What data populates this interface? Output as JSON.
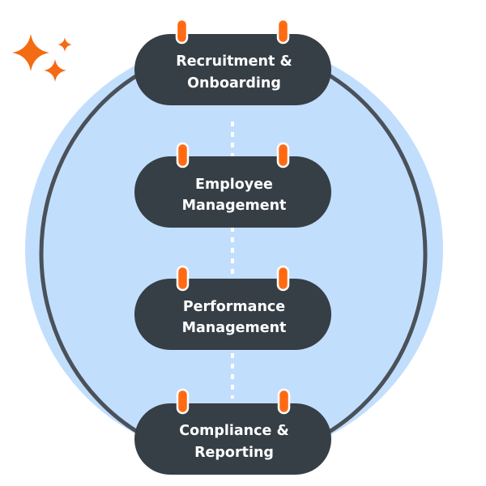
{
  "colors": {
    "background": "#ffffff",
    "circle_fill": "#c2defd",
    "ring_stroke": "#4a5159",
    "pill_fill": "#363e46",
    "tab_fill": "#ff6a13",
    "tab_outline": "#ffffff",
    "connector": "#ffffff",
    "sparkle": "#f36b13",
    "label_text": "#ffffff"
  },
  "decoration": {
    "sparkles_icon": "sparkles-icon"
  },
  "stages": [
    {
      "id": "recruitment-onboarding",
      "lines": [
        "Recruitment &",
        "Onboarding"
      ]
    },
    {
      "id": "employee-management",
      "lines": [
        "Employee",
        "Management"
      ]
    },
    {
      "id": "performance-management",
      "lines": [
        "Performance",
        "Management"
      ]
    },
    {
      "id": "compliance-reporting",
      "lines": [
        "Compliance &",
        "Reporting"
      ]
    }
  ]
}
